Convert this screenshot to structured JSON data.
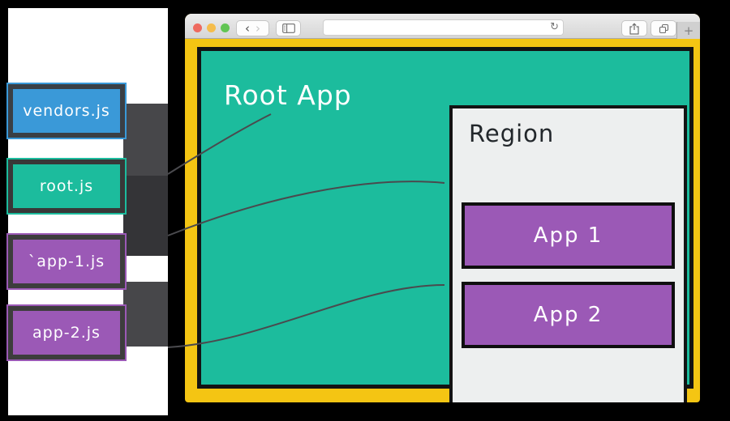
{
  "canvas": {
    "background": "#000000"
  },
  "browser": {
    "traffic_lights": [
      {
        "name": "close",
        "color": "#ee6a5f"
      },
      {
        "name": "minimize",
        "color": "#f5bd4c"
      },
      {
        "name": "zoom",
        "color": "#62c554"
      }
    ],
    "toolbar": {
      "back_glyph": "‹",
      "forward_glyph": "›",
      "url_value": "",
      "url_placeholder": "",
      "reload_glyph": "↻",
      "new_tab_glyph": "+"
    }
  },
  "diagram": {
    "root_app": {
      "label": "Root App",
      "fill": "#1cbc9d"
    },
    "region": {
      "label": "Region",
      "fill": "#edefef"
    },
    "apps": [
      {
        "label": "App 1",
        "fill": "#9b59b6"
      },
      {
        "label": "App 2",
        "fill": "#9b59b6"
      }
    ],
    "files": [
      {
        "label": "vendors.js",
        "fill": "#3a99d8"
      },
      {
        "label": "root.js",
        "fill": "#1cbc9d"
      },
      {
        "label": "`app-1.js",
        "fill": "#9b59b6"
      },
      {
        "label": "app-2.js",
        "fill": "#9b59b6"
      }
    ],
    "frame_color": "#f4c513",
    "connector_color": "#4a4a4e"
  }
}
